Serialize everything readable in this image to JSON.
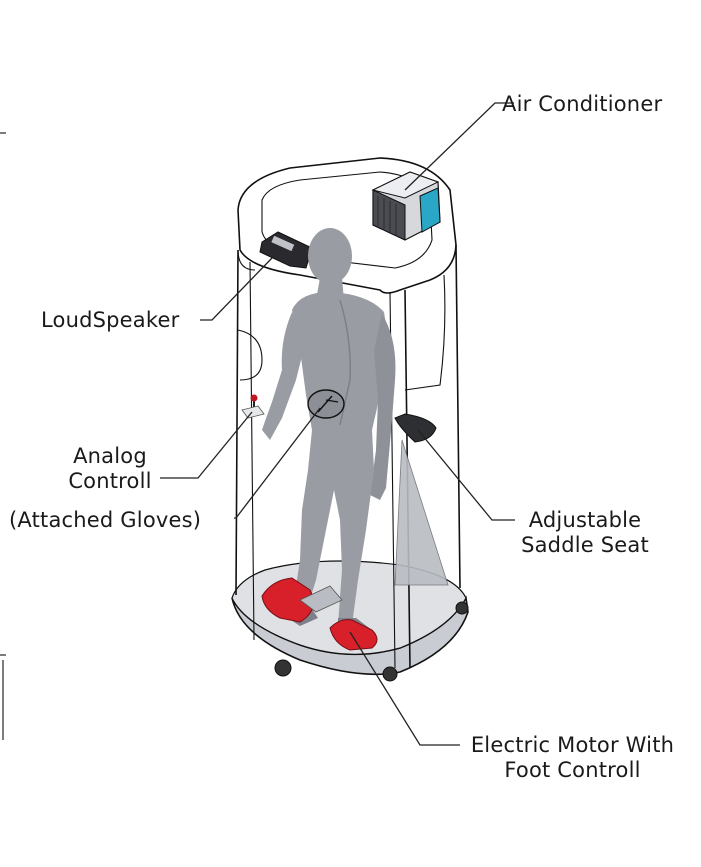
{
  "labels": {
    "air_conditioner": "Air Conditioner",
    "loudspeaker": "LoudSpeaker",
    "analog_line1": "Analog",
    "analog_line2": "Controll",
    "gloves": "(Attached Gloves)",
    "saddle_line1": "Adjustable",
    "saddle_line2": "Saddle Seat",
    "motor_line1": "Electric Motor With",
    "motor_line2": "Foot Controll"
  },
  "colors": {
    "figure": "#9a9ca4",
    "figure_shadow": "#7d8088",
    "ac_body": "#d6d8dc",
    "ac_accent": "#2aa7c7",
    "foot_pedal": "#d8202a",
    "base": "#c9ccd2",
    "outline": "#111111"
  }
}
